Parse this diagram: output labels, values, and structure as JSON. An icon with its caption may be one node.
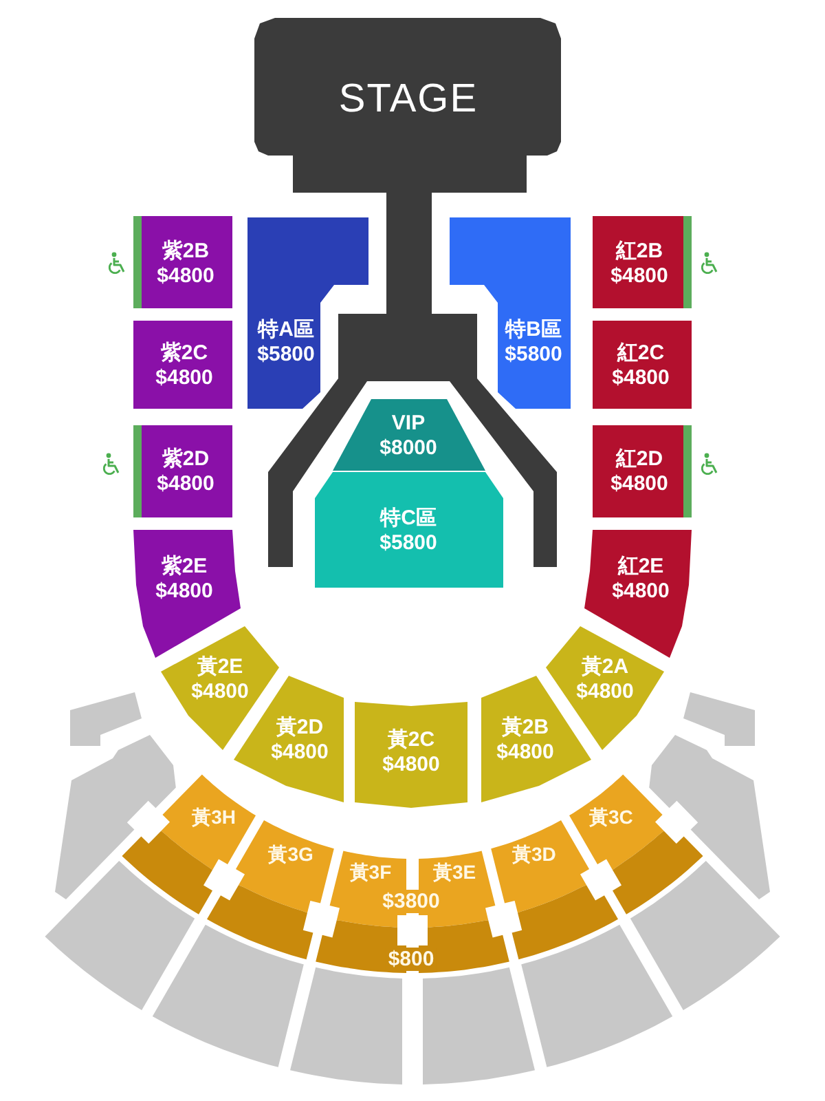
{
  "diagram": {
    "nodes": [
      {
        "text": [
          "STAGE"
        ]
      },
      {
        "text": [
          "紫2B",
          "$4800"
        ]
      },
      {
        "text": [
          "特A區",
          "$5800"
        ]
      },
      {
        "text": [
          "特B區",
          "$5800"
        ]
      },
      {
        "text": [
          "紅2B",
          "$4800"
        ]
      },
      {
        "text": [
          "紫2C",
          "$4800"
        ]
      },
      {
        "text": [
          "紅2C",
          "$4800"
        ]
      },
      {
        "text": [
          "VIP",
          "$8000"
        ]
      },
      {
        "text": [
          "紫2D",
          "$4800"
        ]
      },
      {
        "text": [
          "紅2D",
          "$4800"
        ]
      },
      {
        "text": [
          "特C區",
          "$5800"
        ]
      },
      {
        "text": [
          "紫2E",
          "$4800"
        ]
      },
      {
        "text": [
          "紅2E",
          "$4800"
        ]
      },
      {
        "text": [
          "黃2E",
          "$4800"
        ]
      },
      {
        "text": [
          "黃2A",
          "$4800"
        ]
      },
      {
        "text": [
          "黃2D",
          "$4800"
        ]
      },
      {
        "text": [
          "黃2C",
          "$4800"
        ]
      },
      {
        "text": [
          "黃2B",
          "$4800"
        ]
      },
      {
        "text": [],
        "shape": "polygon"
      },
      {
        "text": [],
        "shape": "polygon"
      },
      {
        "text": [],
        "shape": "polygon"
      },
      {
        "text": [],
        "shape": "polygon"
      },
      {
        "text": [
          "黃3H"
        ]
      },
      {
        "text": [
          "黃3C"
        ]
      },
      {
        "text": [
          "黃3G"
        ]
      },
      {
        "text": [
          "黃3F"
        ]
      },
      {
        "text": [
          "黃3E"
        ]
      },
      {
        "text": [
          "黃3D"
        ]
      },
      {
        "text": [],
        "shape": "sector"
      },
      {
        "text": [],
        "shape": "sector"
      },
      {
        "text": [],
        "shape": "sector"
      },
      {
        "text": [],
        "shape": "sector"
      },
      {
        "text": [],
        "shape": "sector"
      },
      {
        "text": [],
        "shape": "sector"
      }
    ],
    "labels": [
      "$3800",
      "$800"
    ]
  }
}
